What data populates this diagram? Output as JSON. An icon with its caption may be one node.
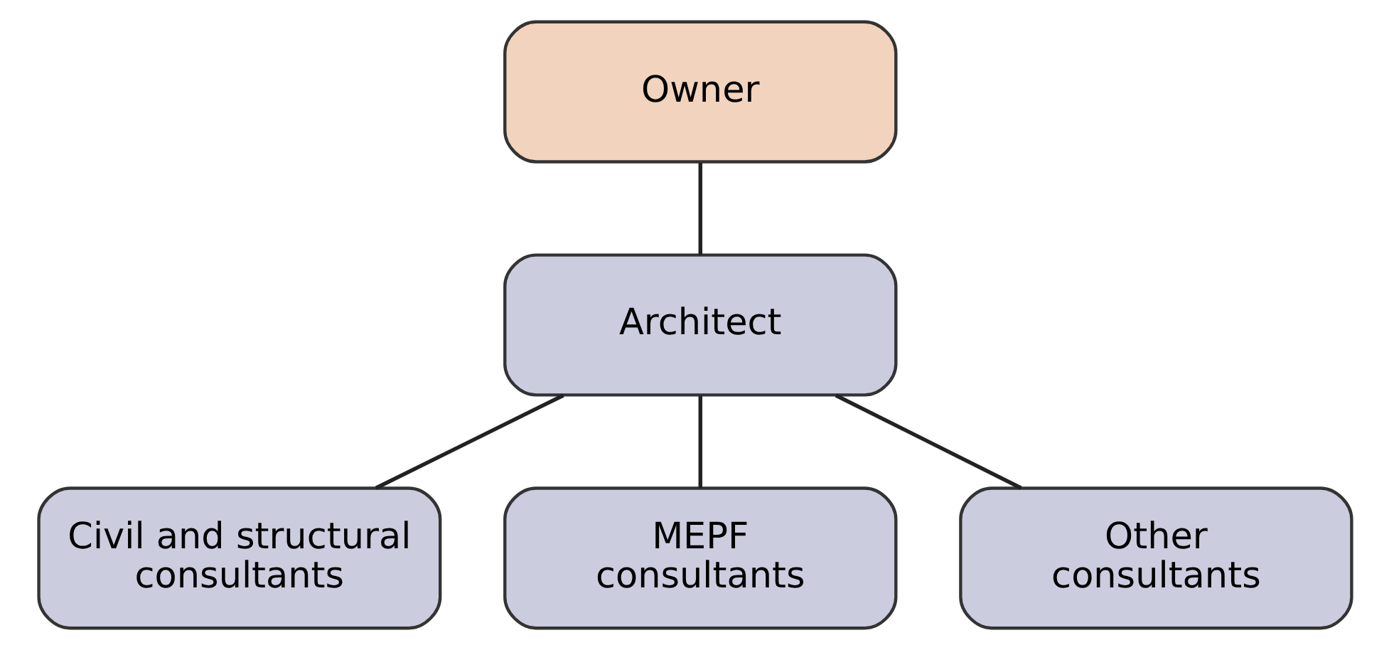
{
  "diagram": {
    "nodes": [
      {
        "text": [
          "Owner"
        ]
      },
      {
        "text": [
          "Architect"
        ]
      },
      {
        "text": [
          "Civil and structural consultants"
        ]
      },
      {
        "text": [
          "MEPF consultants"
        ]
      },
      {
        "text": [
          "Other consultants"
        ]
      }
    ],
    "edges": [
      {
        "from": 0,
        "to": 1,
        "arrow": "none"
      },
      {
        "from": 1,
        "to": 2,
        "arrow": "none"
      },
      {
        "from": 1,
        "to": 3,
        "arrow": "none"
      },
      {
        "from": 1,
        "to": 4,
        "arrow": "none"
      }
    ]
  }
}
